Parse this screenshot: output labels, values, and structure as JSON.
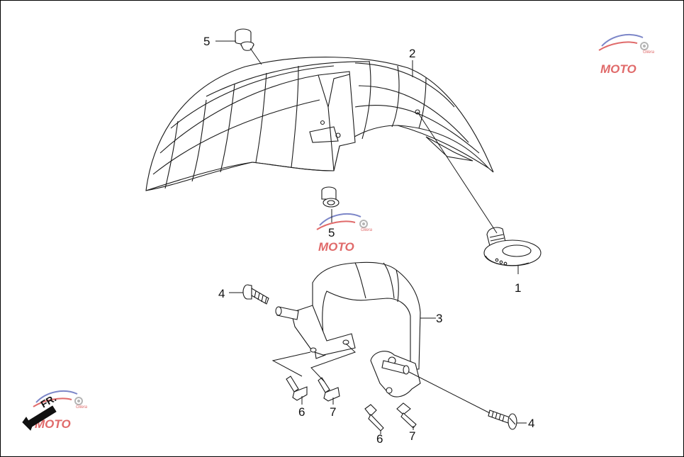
{
  "diagram": {
    "callouts": [
      {
        "id": "5a",
        "label": "5"
      },
      {
        "id": "2",
        "label": "2"
      },
      {
        "id": "5b",
        "label": "5"
      },
      {
        "id": "1",
        "label": "1"
      },
      {
        "id": "4a",
        "label": "4"
      },
      {
        "id": "3",
        "label": "3"
      },
      {
        "id": "4b",
        "label": "4"
      },
      {
        "id": "6a",
        "label": "6"
      },
      {
        "id": "7a",
        "label": "7"
      },
      {
        "id": "6b",
        "label": "6"
      },
      {
        "id": "7b",
        "label": "7"
      }
    ],
    "direction_label": "FR.",
    "watermark": {
      "text": "MOTO",
      "subtext": "Gilera",
      "colors": {
        "red": "#e06a6a",
        "blue": "#7c86c8",
        "gray": "#b5b5b5"
      }
    },
    "colors": {
      "stroke": "#1a1a1a",
      "background": "#ffffff"
    }
  }
}
